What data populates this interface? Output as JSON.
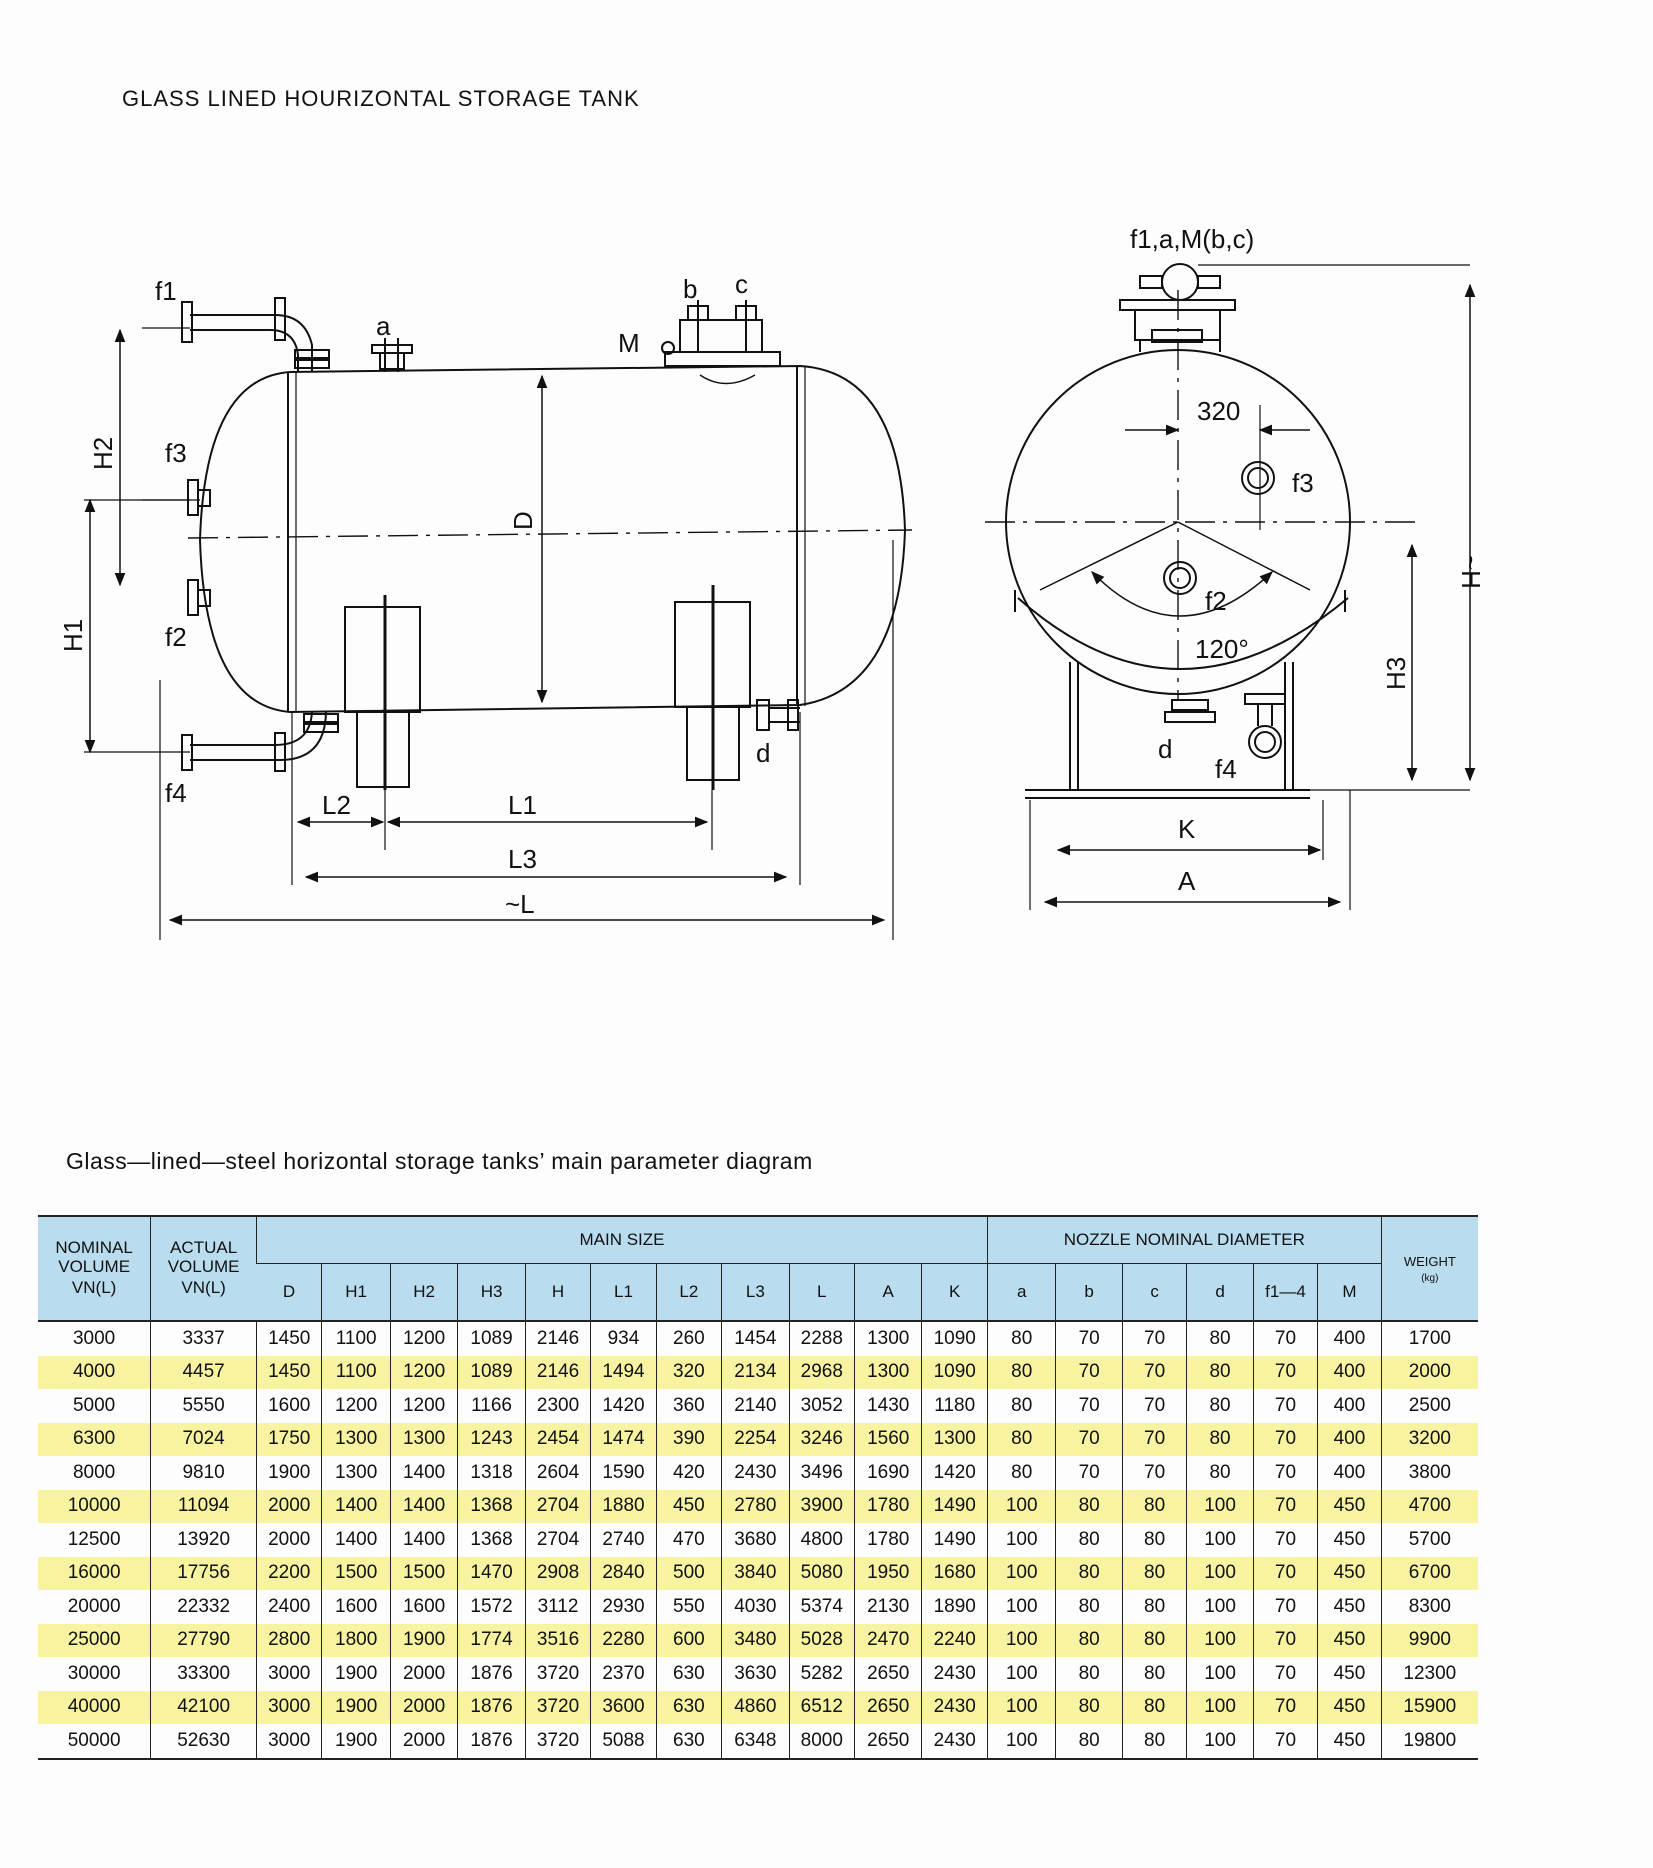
{
  "title": "GLASS LINED HOURIZONTAL STORAGE TANK",
  "subtitle": "Glass—lined—steel horizontal storage tanks’ main parameter diagram",
  "diagram_labels": {
    "f1": "f1",
    "f2": "f2",
    "f3": "f3",
    "f4": "f4",
    "a": "a",
    "b": "b",
    "c": "c",
    "d": "d",
    "M": "M",
    "H1": "H1",
    "H2": "H2",
    "H3": "H3",
    "D": "D",
    "L1": "L1",
    "L2": "L2",
    "L3": "L3",
    "L": "~L",
    "H": "~H",
    "K": "K",
    "A": "A",
    "top_note": "f1,a,M(b,c)",
    "dim_320": "320",
    "angle": "120°"
  },
  "table": {
    "headers": {
      "nominal_small": "NOMINAL VOLUME",
      "nominal_big": "VN(L)",
      "actual_small": "ACTUAL VOLUME",
      "actual_big": "VN(L)",
      "main_size": "MAIN SIZE",
      "nozzle": "NOZZLE NOMINAL DIAMETER",
      "weight": "WEIGHT",
      "weight_unit": "(kg)",
      "main_cols": [
        "D",
        "H1",
        "H2",
        "H3",
        "H",
        "L1",
        "L2",
        "L3",
        "L",
        "A",
        "K"
      ],
      "nozzle_cols": [
        "a",
        "b",
        "c",
        "d",
        "f1—4",
        "M"
      ]
    },
    "rows": [
      [
        "3000",
        "3337",
        "1450",
        "1100",
        "1200",
        "1089",
        "2146",
        "934",
        "260",
        "1454",
        "2288",
        "1300",
        "1090",
        "80",
        "70",
        "70",
        "80",
        "70",
        "400",
        "1700"
      ],
      [
        "4000",
        "4457",
        "1450",
        "1100",
        "1200",
        "1089",
        "2146",
        "1494",
        "320",
        "2134",
        "2968",
        "1300",
        "1090",
        "80",
        "70",
        "70",
        "80",
        "70",
        "400",
        "2000"
      ],
      [
        "5000",
        "5550",
        "1600",
        "1200",
        "1200",
        "1166",
        "2300",
        "1420",
        "360",
        "2140",
        "3052",
        "1430",
        "1180",
        "80",
        "70",
        "70",
        "80",
        "70",
        "400",
        "2500"
      ],
      [
        "6300",
        "7024",
        "1750",
        "1300",
        "1300",
        "1243",
        "2454",
        "1474",
        "390",
        "2254",
        "3246",
        "1560",
        "1300",
        "80",
        "70",
        "70",
        "80",
        "70",
        "400",
        "3200"
      ],
      [
        "8000",
        "9810",
        "1900",
        "1300",
        "1400",
        "1318",
        "2604",
        "1590",
        "420",
        "2430",
        "3496",
        "1690",
        "1420",
        "80",
        "70",
        "70",
        "80",
        "70",
        "400",
        "3800"
      ],
      [
        "10000",
        "11094",
        "2000",
        "1400",
        "1400",
        "1368",
        "2704",
        "1880",
        "450",
        "2780",
        "3900",
        "1780",
        "1490",
        "100",
        "80",
        "80",
        "100",
        "70",
        "450",
        "4700"
      ],
      [
        "12500",
        "13920",
        "2000",
        "1400",
        "1400",
        "1368",
        "2704",
        "2740",
        "470",
        "3680",
        "4800",
        "1780",
        "1490",
        "100",
        "80",
        "80",
        "100",
        "70",
        "450",
        "5700"
      ],
      [
        "16000",
        "17756",
        "2200",
        "1500",
        "1500",
        "1470",
        "2908",
        "2840",
        "500",
        "3840",
        "5080",
        "1950",
        "1680",
        "100",
        "80",
        "80",
        "100",
        "70",
        "450",
        "6700"
      ],
      [
        "20000",
        "22332",
        "2400",
        "1600",
        "1600",
        "1572",
        "3112",
        "2930",
        "550",
        "4030",
        "5374",
        "2130",
        "1890",
        "100",
        "80",
        "80",
        "100",
        "70",
        "450",
        "8300"
      ],
      [
        "25000",
        "27790",
        "2800",
        "1800",
        "1900",
        "1774",
        "3516",
        "2280",
        "600",
        "3480",
        "5028",
        "2470",
        "2240",
        "100",
        "80",
        "80",
        "100",
        "70",
        "450",
        "9900"
      ],
      [
        "30000",
        "33300",
        "3000",
        "1900",
        "2000",
        "1876",
        "3720",
        "2370",
        "630",
        "3630",
        "5282",
        "2650",
        "2430",
        "100",
        "80",
        "80",
        "100",
        "70",
        "450",
        "12300"
      ],
      [
        "40000",
        "42100",
        "3000",
        "1900",
        "2000",
        "1876",
        "3720",
        "3600",
        "630",
        "4860",
        "6512",
        "2650",
        "2430",
        "100",
        "80",
        "80",
        "100",
        "70",
        "450",
        "15900"
      ],
      [
        "50000",
        "52630",
        "3000",
        "1900",
        "2000",
        "1876",
        "3720",
        "5088",
        "630",
        "6348",
        "8000",
        "2650",
        "2430",
        "100",
        "80",
        "80",
        "100",
        "70",
        "450",
        "19800"
      ]
    ],
    "highlight_color": "#f7f3a0",
    "header_color": "#b9dcef"
  }
}
